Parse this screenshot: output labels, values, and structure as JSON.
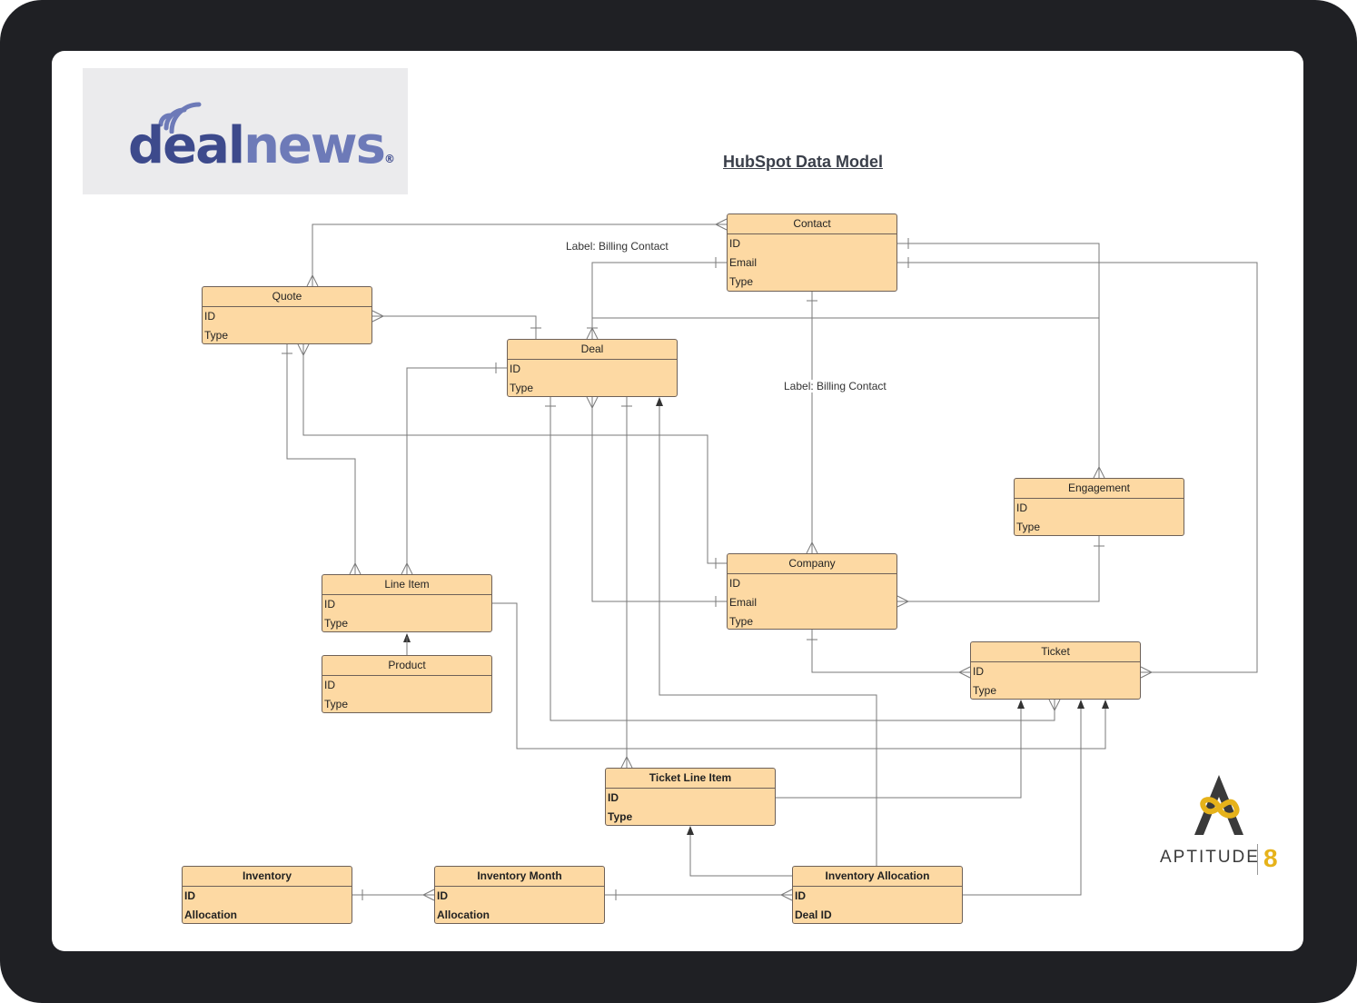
{
  "logo": {
    "part1": "deal",
    "part2": "news",
    "registered": "®"
  },
  "title": "HubSpot Data Model",
  "edge_labels": {
    "billing_top": "Label: Billing Contact",
    "billing_mid": "Label: Billing Contact"
  },
  "entities": {
    "contact": {
      "name": "Contact",
      "fields": [
        "ID",
        "Email",
        "Type"
      ]
    },
    "quote": {
      "name": "Quote",
      "fields": [
        "ID",
        "Type"
      ]
    },
    "deal": {
      "name": "Deal",
      "fields": [
        "ID",
        "Type"
      ]
    },
    "engagement": {
      "name": "Engagement",
      "fields": [
        "ID",
        "Type"
      ]
    },
    "company": {
      "name": "Company",
      "fields": [
        "ID",
        "Email",
        "Type"
      ]
    },
    "line_item": {
      "name": "Line Item",
      "fields": [
        "ID",
        "Type"
      ]
    },
    "product": {
      "name": "Product",
      "fields": [
        "ID",
        "Type"
      ]
    },
    "ticket": {
      "name": "Ticket",
      "fields": [
        "ID",
        "Type"
      ]
    },
    "ticket_line_item": {
      "name": "Ticket Line Item",
      "fields": [
        "ID",
        "Type"
      ]
    },
    "inventory": {
      "name": "Inventory",
      "fields": [
        "ID",
        "Allocation"
      ]
    },
    "inventory_month": {
      "name": "Inventory Month",
      "fields": [
        "ID",
        "Allocation"
      ]
    },
    "inventory_allocation": {
      "name": "Inventory Allocation",
      "fields": [
        "ID",
        "Deal ID"
      ]
    }
  },
  "brand": {
    "name": "APTITUDE",
    "number": "8"
  },
  "colors": {
    "entity_fill": "#fdd9a3",
    "entity_border": "#6e6158",
    "connector": "#7a7a7a",
    "frame": "#1f2024",
    "brand_gold": "#e6b21a"
  }
}
